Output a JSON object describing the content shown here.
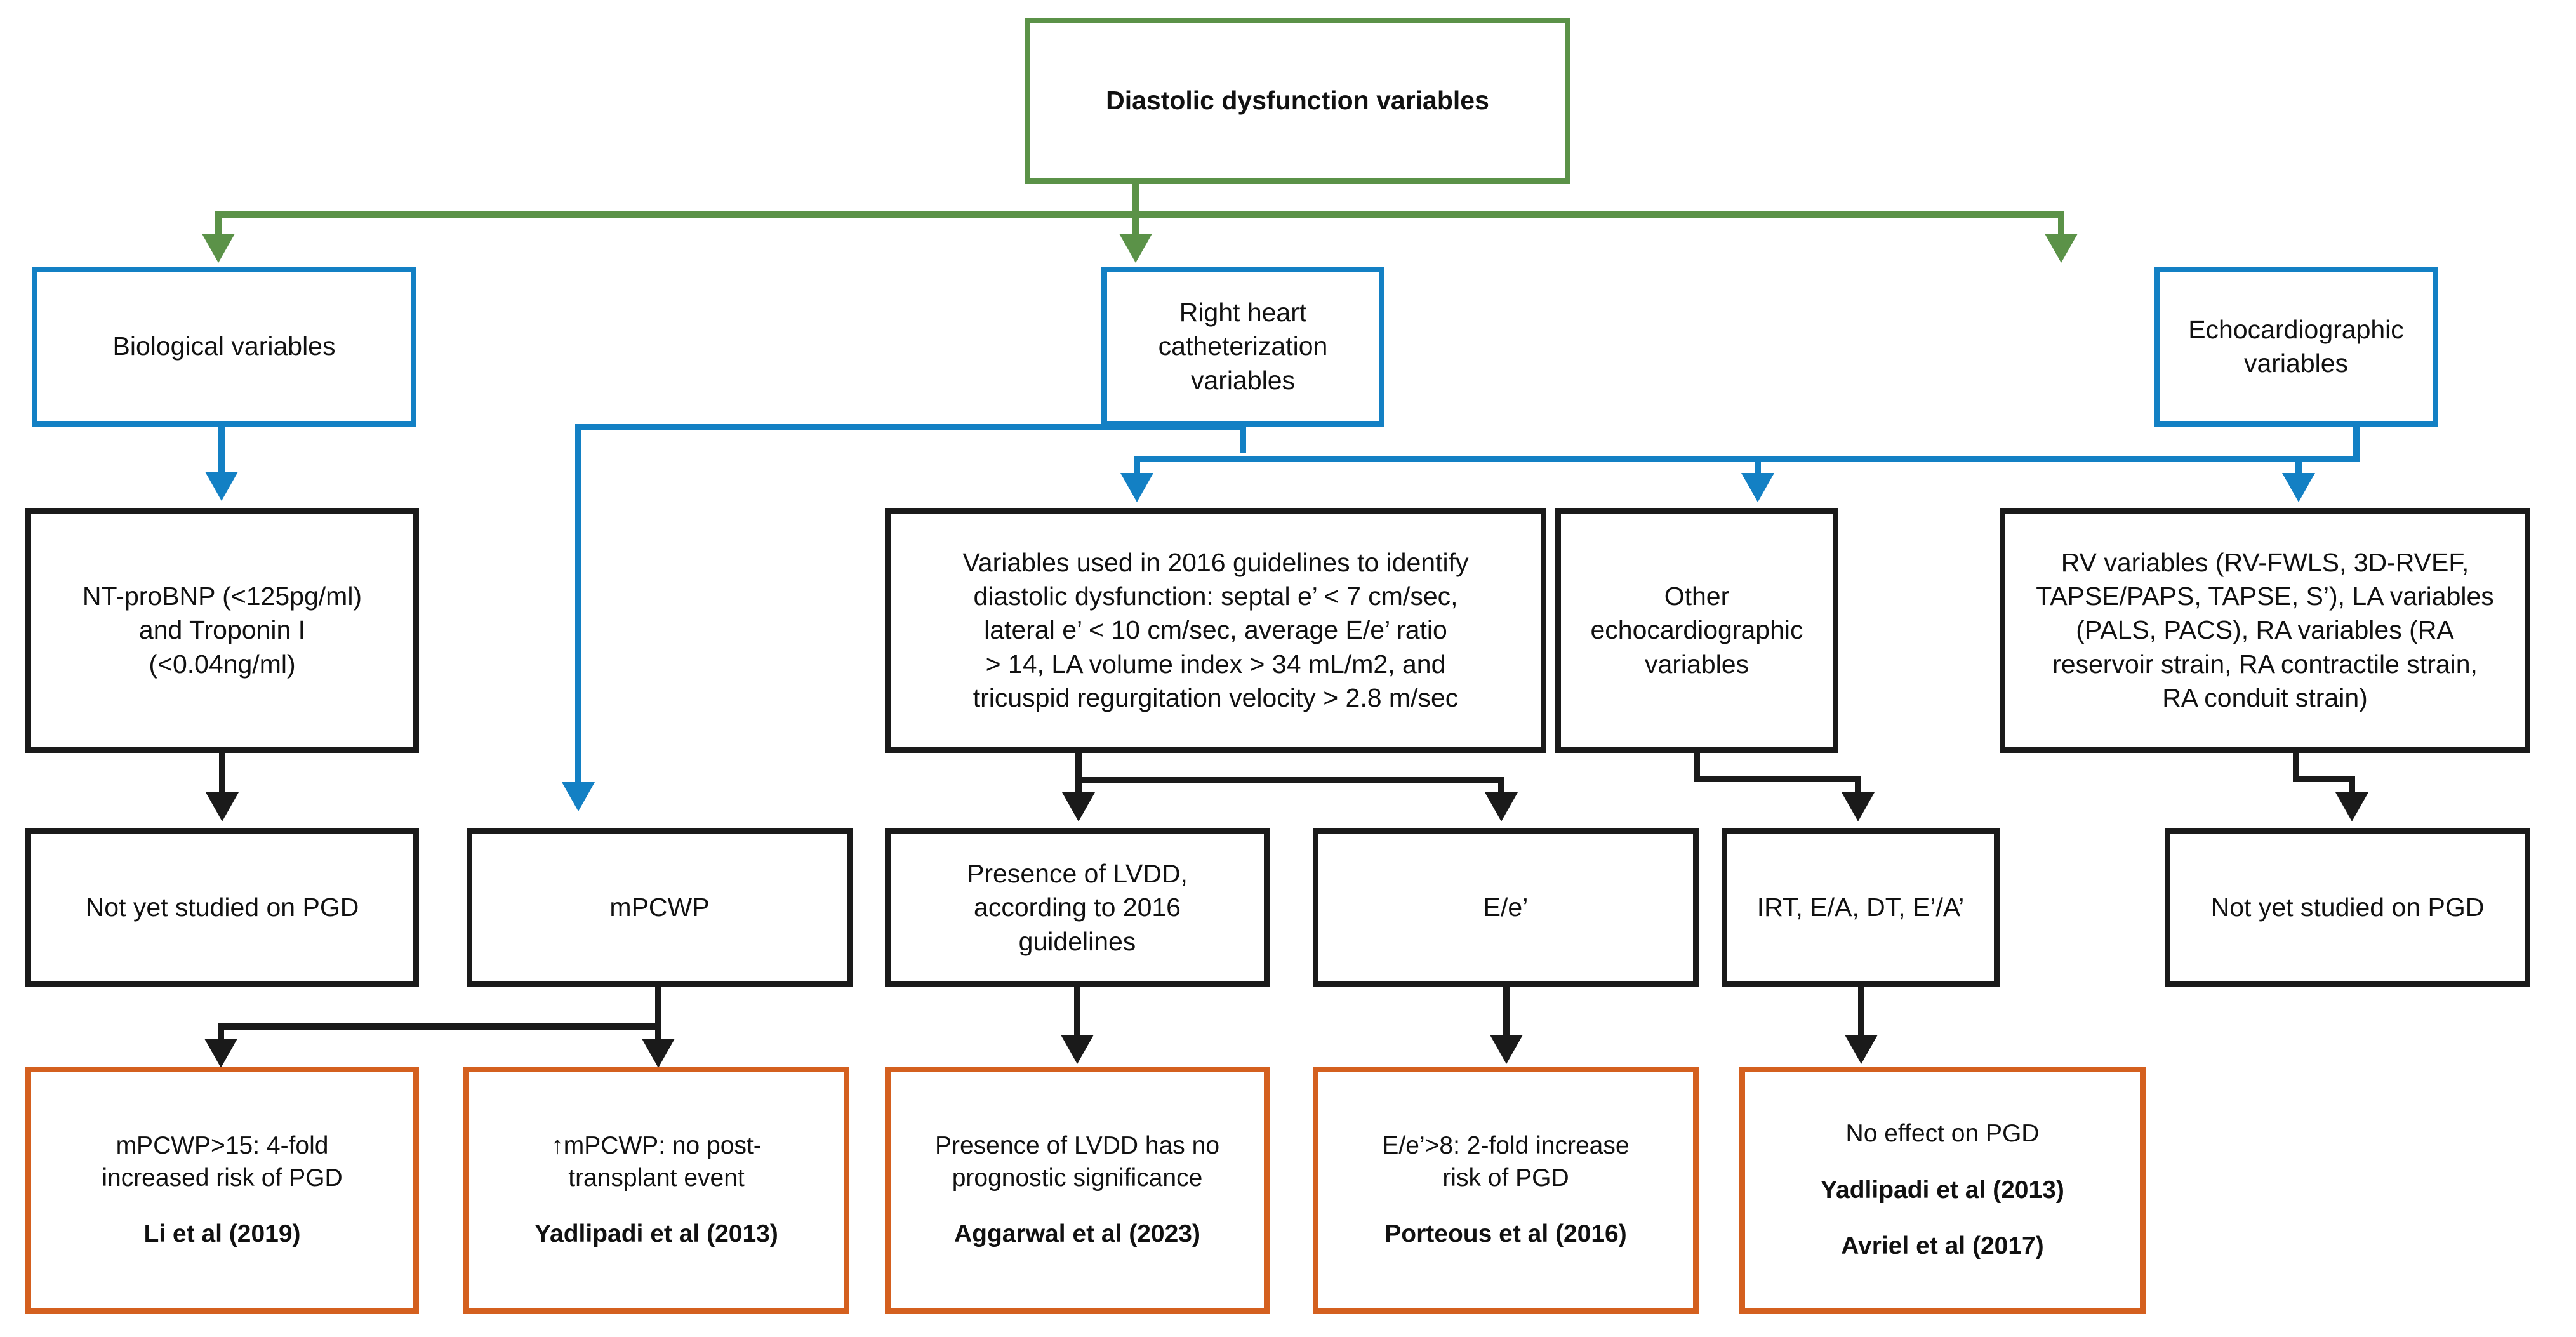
{
  "colors": {
    "green": "#5B9248",
    "blue": "#1380C4",
    "black": "#1A1A1A",
    "orange": "#D4601F"
  },
  "chart_data": {
    "type": "diagram",
    "title": "Diastolic dysfunction variables",
    "diagram_kind": "flowchart",
    "levels": 5
  },
  "root": {
    "label": "Diastolic dysfunction variables"
  },
  "categories": [
    {
      "label": "Biological variables"
    },
    {
      "label_line1": "Right heart",
      "label_line2": "catheterization variables"
    },
    {
      "label_line1": "Echocardiographic",
      "label_line2": "variables"
    }
  ],
  "detail_boxes": {
    "biomarkers": {
      "line1": "NT-proBNP (<125pg/ml)",
      "line2": "and Troponin I",
      "line3": "(<0.04ng/ml)"
    },
    "guidelines_2016": {
      "line1": "Variables used in 2016 guidelines to identify",
      "line2": "diastolic dysfunction: septal e’ < 7 cm/sec,",
      "line3": "lateral e’ < 10 cm/sec, average E/e’ ratio",
      "line4": "> 14, LA volume index > 34 mL/m2, and",
      "line5": "tricuspid regurgitation velocity > 2.8 m/sec"
    },
    "other_echo": {
      "line1": "Other echocardiographic",
      "line2": "variables"
    },
    "rv_la_ra": {
      "line1": "RV variables (RV-FWLS, 3D-RVEF,",
      "line2": "TAPSE/PAPS, TAPSE, S’), LA variables",
      "line3": "(PALS, PACS), RA variables (RA",
      "line4": "reservoir strain, RA contractile strain,",
      "line5": "RA conduit strain)"
    }
  },
  "measure_boxes": [
    {
      "name": "not-studied-left",
      "line1": "Not yet studied on PGD"
    },
    {
      "name": "mpcwp",
      "line1": "mPCWP"
    },
    {
      "name": "lvdd-presence",
      "line1": "Presence of LVDD,",
      "line2": "according to 2016",
      "line3": "guidelines"
    },
    {
      "name": "e-over-e-prime",
      "line1": "E/e’"
    },
    {
      "name": "irt-ea-dt",
      "line1": "IRT, E/A, DT, E’/A’"
    },
    {
      "name": "not-studied-right",
      "line1": "Not yet studied on PGD"
    }
  ],
  "outcome_boxes": [
    {
      "name": "mpcwp-15",
      "line1": "mPCWP>15: 4-fold",
      "line2": "increased risk of PGD",
      "citation1": "Li et al (2019)",
      "citation2": ""
    },
    {
      "name": "mpcwp-no-event",
      "line1": "↑mPCWP: no post-",
      "line2": "transplant event",
      "citation1": "Yadlipadi et al (2013)",
      "citation2": ""
    },
    {
      "name": "lvdd-no-prognosis",
      "line1": "Presence of LVDD has no",
      "line2": "prognostic significance",
      "citation1": "Aggarwal et al (2023)",
      "citation2": ""
    },
    {
      "name": "ee-prime-8",
      "line1": "E/e’>8: 2-fold increase",
      "line2": "risk of PGD",
      "citation1": "Porteous et al (2016)",
      "citation2": ""
    },
    {
      "name": "no-effect",
      "line1": "No effect on PGD",
      "line2": "",
      "citation1": "Yadlipadi et al (2013)",
      "citation2": "Avriel et al (2017)"
    }
  ]
}
